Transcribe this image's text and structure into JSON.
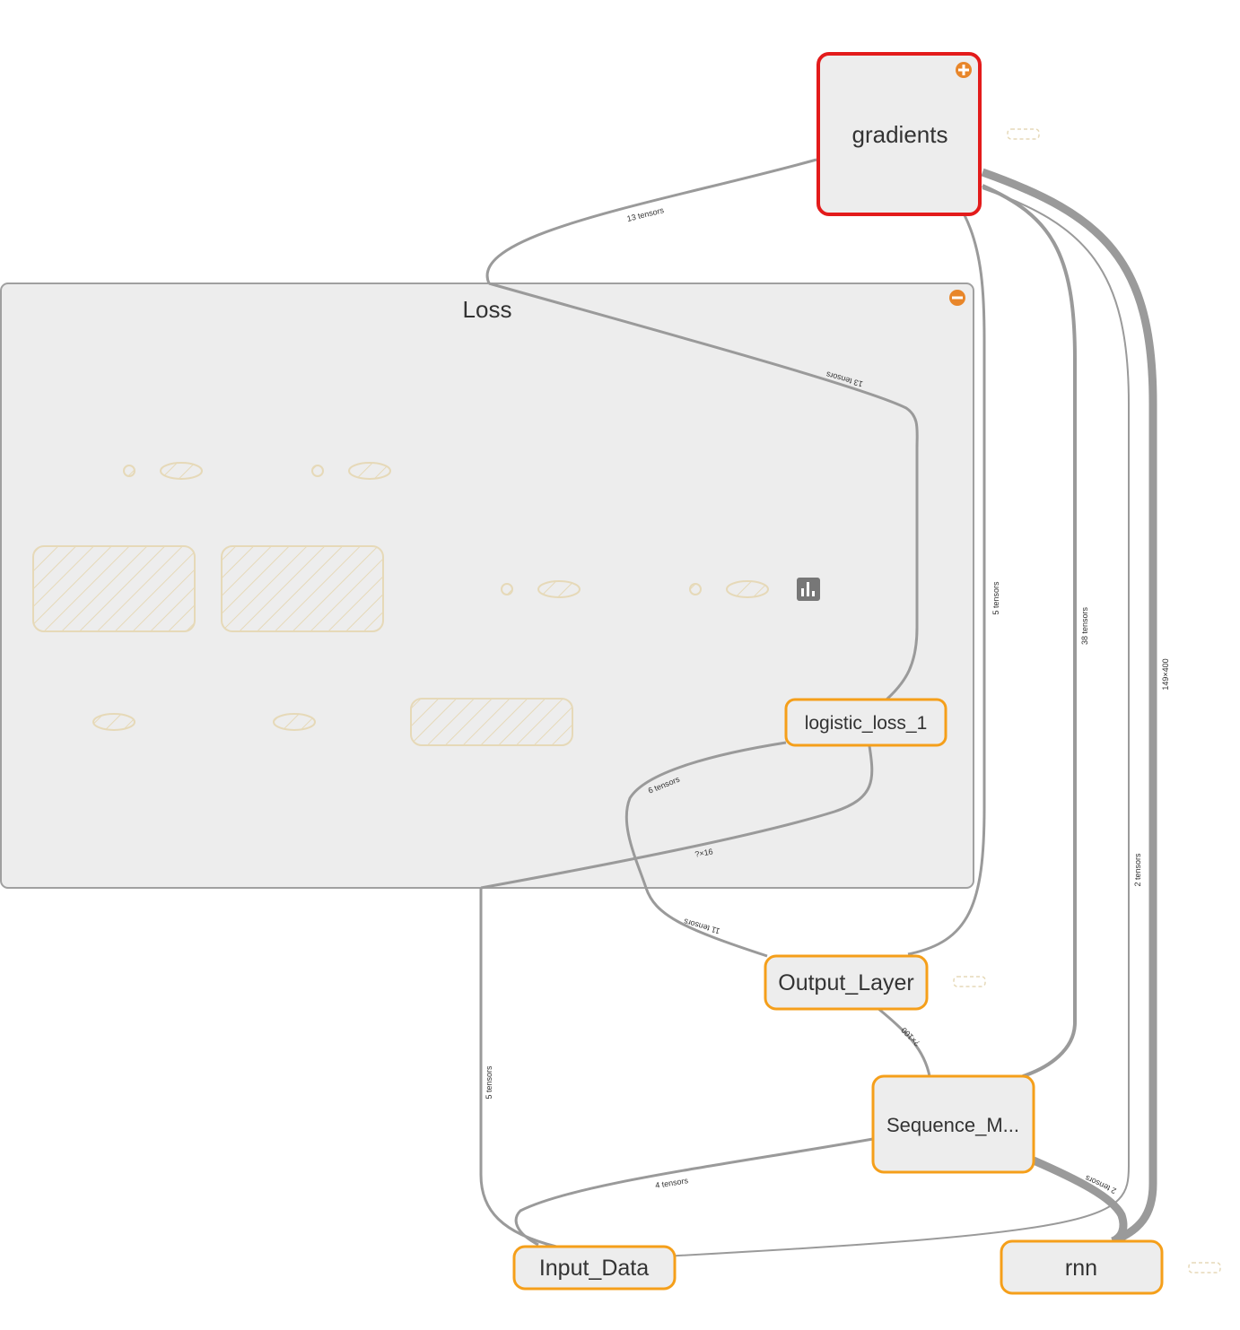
{
  "nodes": {
    "gradients": "gradients",
    "loss_group": "Loss",
    "logistic_loss_1": "logistic_loss_1",
    "output_layer": "Output_Layer",
    "sequence_model": "Sequence_M...",
    "input_data": "Input_Data",
    "rnn": "rnn"
  },
  "edge_labels": {
    "gradients_to_loss_13": "13 tensors",
    "loss_to_gradients_13": "13 tensors",
    "gradients_output_5": "5 tensors",
    "gradients_sequence_38": "38 tensors",
    "gradients_rnn_149x400": "149×400",
    "gradients_rnn_2": "2 tensors",
    "logistic_output_6": "6 tensors",
    "logistic_input_q16": "?×16",
    "output_logistic_11": "11 tensors",
    "output_sequence_q100": "?×100",
    "loss_input_5": "5 tensors",
    "sequence_input_4": "4 tensors",
    "sequence_rnn_2": "2 tensors"
  },
  "colors": {
    "selected_border": "#e31b1b",
    "op_border": "#f59f1a",
    "node_fill": "#ededed",
    "group_border": "#a0a0a0",
    "edge": "#9a9a9a",
    "hatch": "#e6d9b8",
    "expand_button": "#e8862a"
  },
  "icons": {
    "expand": "plus-circle-icon",
    "collapse": "minus-circle-icon",
    "summary": "bar-chart-icon"
  }
}
